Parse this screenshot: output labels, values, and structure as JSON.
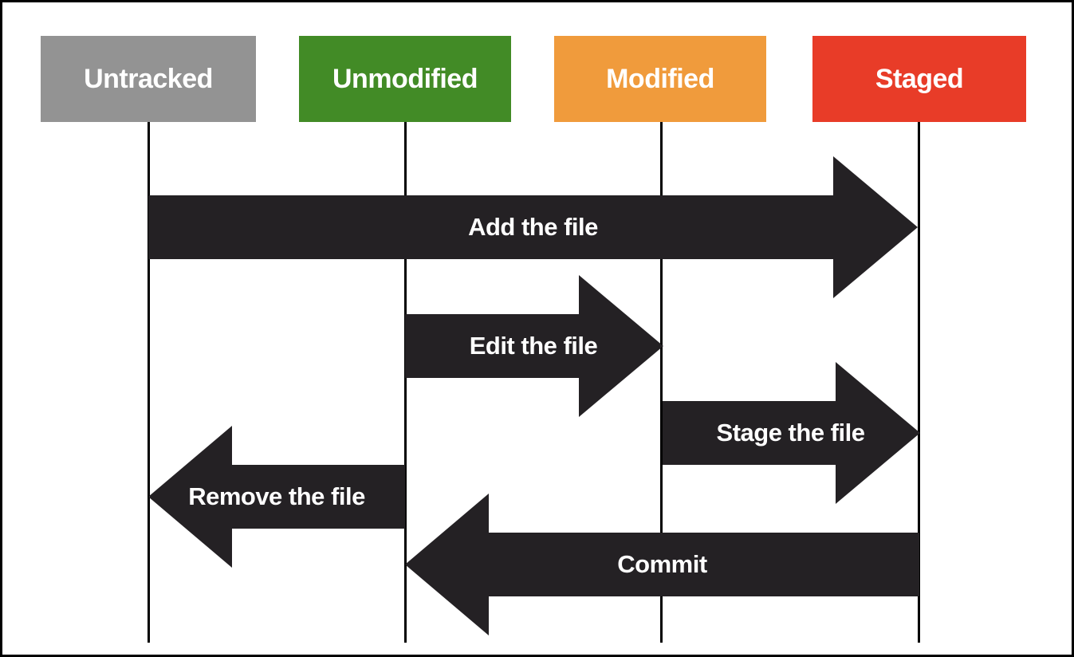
{
  "diagram": {
    "title_hint": "git-file-lifecycle",
    "background": "#ffffff",
    "border_color": "#000000",
    "arrow_color": "#242124",
    "lifeline_color": "#000000",
    "states": [
      {
        "label": "Untracked",
        "color": "#939393"
      },
      {
        "label": "Unmodified",
        "color": "#428B26"
      },
      {
        "label": "Modified",
        "color": "#F09B3C"
      },
      {
        "label": "Staged",
        "color": "#E83C28"
      }
    ],
    "transitions": [
      {
        "label": "Add the file",
        "from": "Untracked",
        "to": "Staged",
        "direction": "right"
      },
      {
        "label": "Edit the file",
        "from": "Unmodified",
        "to": "Modified",
        "direction": "right"
      },
      {
        "label": "Stage the file",
        "from": "Modified",
        "to": "Staged",
        "direction": "right"
      },
      {
        "label": "Remove the file",
        "from": "Unmodified",
        "to": "Untracked",
        "direction": "left"
      },
      {
        "label": "Commit",
        "from": "Staged",
        "to": "Unmodified",
        "direction": "left"
      }
    ]
  }
}
